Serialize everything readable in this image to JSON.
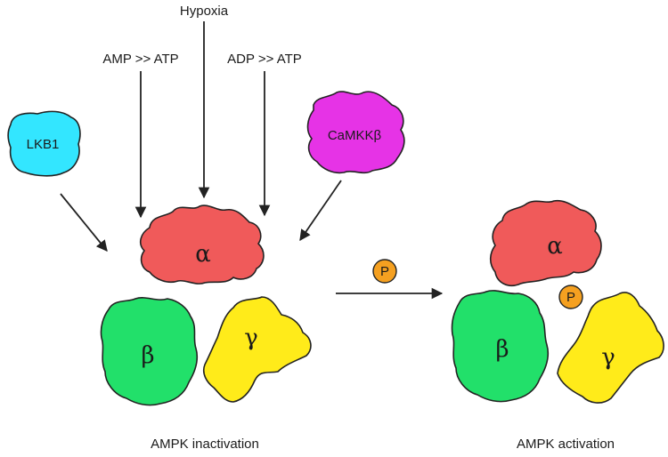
{
  "labels": {
    "hypoxia": "Hypoxia",
    "amp_atp": "AMP >> ATP",
    "adp_atp": "ADP >> ATP",
    "inactivation": "AMPK inactivation",
    "activation": "AMPK activation"
  },
  "proteins": {
    "lkb1": "LKB1",
    "camkkb": "CaMKKβ",
    "alpha": "α",
    "beta": "β",
    "gamma": "γ",
    "phosphate": "P"
  },
  "colors": {
    "lkb1": "#33e6ff",
    "camkkb": "#e633e6",
    "alpha": "#f05a5a",
    "beta": "#22e06a",
    "gamma": "#ffeb1a",
    "phosphate": "#f5a020"
  }
}
